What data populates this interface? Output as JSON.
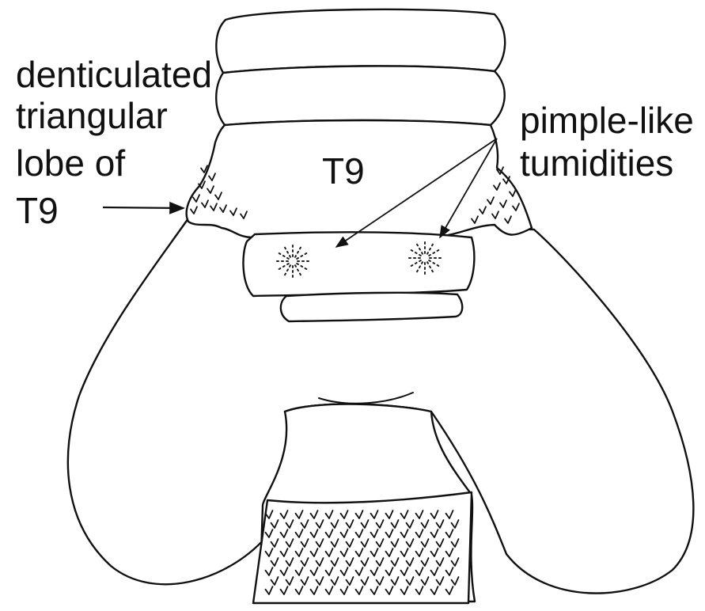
{
  "labels": {
    "denticulated_lobe": [
      "denticulated",
      "triangular",
      "lobe of",
      "T9"
    ],
    "tergite": "T9",
    "pimple_like": [
      "pimple-like",
      "tumidities"
    ]
  },
  "colors": {
    "line": "#111111",
    "background": "#ffffff"
  }
}
